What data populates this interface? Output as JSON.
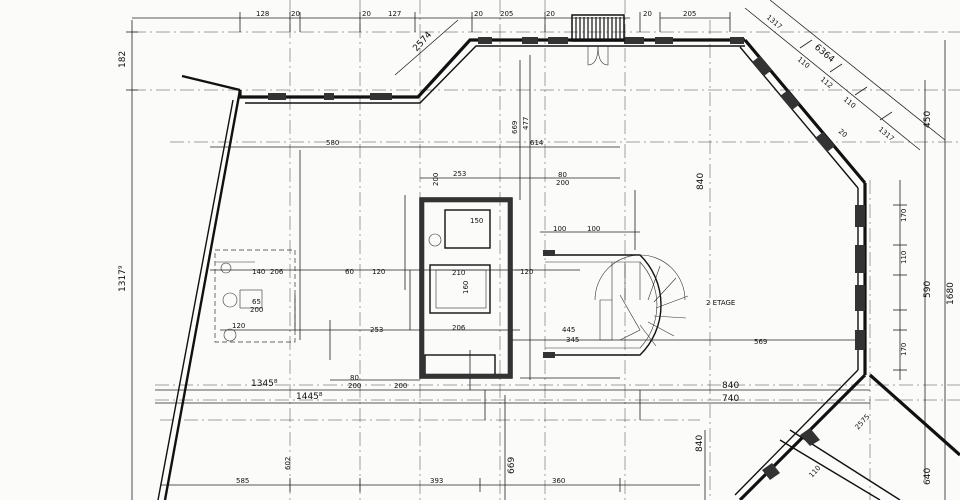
{
  "labels": {
    "top_128": "128",
    "top_20a": "20",
    "top_20b": "20",
    "top_127": "127",
    "top_2574": "2574",
    "top_20c": "20",
    "top_205a": "205",
    "top_20d": "20",
    "top_20e": "20",
    "top_205b": "205",
    "top_1317a": "1317",
    "diag_6364": "6364",
    "diag_110a": "110",
    "diag_112": "112",
    "diag_110b": "110",
    "diag_20": "20",
    "diag_1317b": "1317",
    "left_182": "182",
    "left_13179": "1317⁹",
    "right_450": "450",
    "right_170a": "170",
    "right_110": "110",
    "right_590": "590",
    "right_1680": "1680",
    "right_170b": "170",
    "right_640": "640",
    "c_580": "580",
    "c_669a": "669",
    "c_477": "477",
    "c_614": "614",
    "c_840a": "840",
    "c_253": "253",
    "c_80": "80",
    "c_200a": "200",
    "c_200b": "200",
    "c_150": "150",
    "c_210": "210",
    "c_160": "160",
    "c_100a": "100",
    "c_100b": "100",
    "c_120a": "120",
    "c_120b": "120",
    "c_120c": "120",
    "c_206a": "206",
    "c_206b": "206",
    "c_253b": "253",
    "c_445": "445",
    "c_345": "345",
    "c_569": "569",
    "c_2etage": "2 ETAGE",
    "c_140": "140",
    "c_60": "60",
    "c_65": "65",
    "c_200c": "200",
    "b_13458": "1345⁸",
    "b_14458": "1445⁸",
    "b_840b": "840",
    "b_740": "740",
    "b_80a": "80",
    "b_200d": "200",
    "b_200e": "200",
    "b_669": "669",
    "b_840c": "840",
    "b_602": "602",
    "b_585": "585",
    "b_393": "393",
    "b_360": "360",
    "b_110": "110",
    "b_2575": "2575"
  }
}
